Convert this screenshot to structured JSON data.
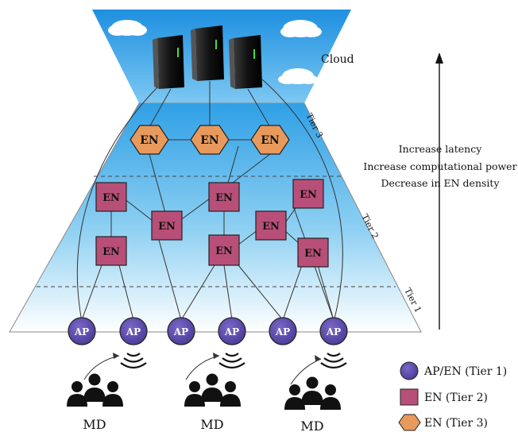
{
  "cloud_label": "Cloud",
  "tiers": {
    "tier3": "Tier 3",
    "tier2": "Tier 2",
    "tier1": "Tier 1"
  },
  "trend_lines": [
    "Increase latency",
    "Increase computational power",
    "Decrease in EN density"
  ],
  "node_label_en": "EN",
  "node_label_ap": "AP",
  "md_label": "MD",
  "legend": {
    "ap": "AP/EN (Tier 1)",
    "en2": "EN (Tier 2)",
    "en3": "EN (Tier 3)"
  },
  "colors": {
    "hexagon": "#E89A5C",
    "square": "#B84F78",
    "circle": "#6A55B5",
    "sky": "#3FA7E8"
  }
}
